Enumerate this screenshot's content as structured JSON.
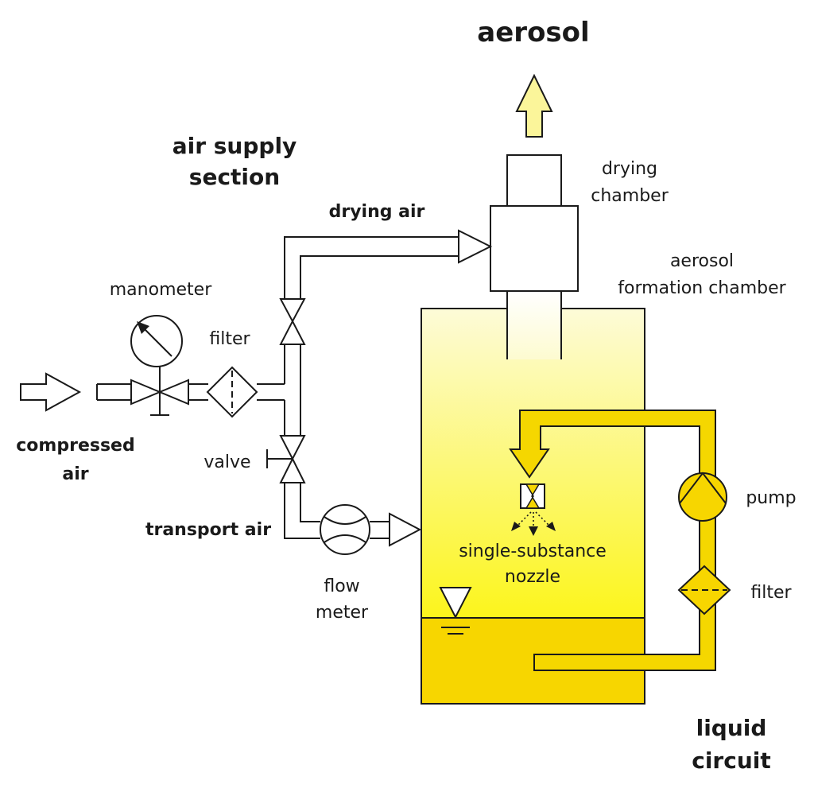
{
  "labels": {
    "aerosol": "aerosol",
    "air_supply_section": [
      "air supply",
      "section"
    ],
    "drying_air": "drying air",
    "drying_chamber": [
      "drying",
      "chamber"
    ],
    "aerosol_formation_chamber": [
      "aerosol",
      "formation chamber"
    ],
    "manometer": "manometer",
    "filter_air": "filter",
    "compressed_air": [
      "compressed",
      "air"
    ],
    "valve": "valve",
    "transport_air": "transport air",
    "flow_meter": [
      "flow",
      "meter"
    ],
    "single_substance_nozzle": [
      "single-substance",
      "nozzle"
    ],
    "pump": "pump",
    "filter_liquid": "filter",
    "liquid_circuit": [
      "liquid",
      "circuit"
    ]
  },
  "colors": {
    "liquid": "#f7d600",
    "pipe_liquid": "#f5d700",
    "gradient_top": "#fdfbd8",
    "gradient_bottom": "#fcf51c",
    "aerosol_arrow": "#fbf59a",
    "line": "#1a1a1a"
  }
}
